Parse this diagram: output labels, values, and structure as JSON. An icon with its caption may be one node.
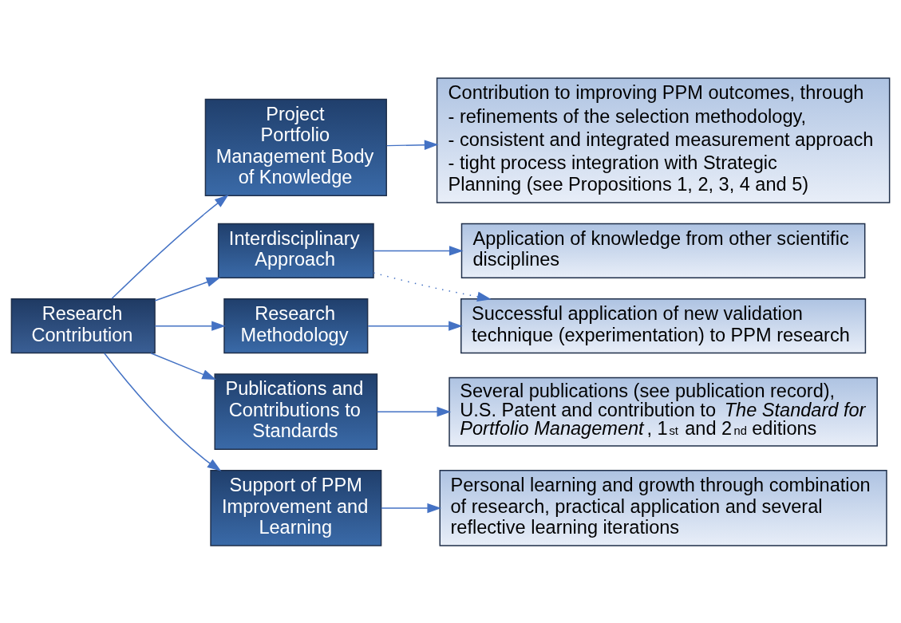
{
  "diagram": {
    "nodes": [
      {
        "text": [
          "Research Contribution"
        ]
      },
      {
        "text": [
          "Project Portfolio Management Body of Knowledge"
        ]
      },
      {
        "text": [
          "Interdisciplinary Approach"
        ]
      },
      {
        "text": [
          "Research Methodology"
        ]
      },
      {
        "text": [
          "Publications and Contributions to Standards"
        ]
      },
      {
        "text": [
          "Support of PPM Improvement and Learning"
        ]
      },
      {
        "text": [
          "Contribution to improving PPM outcomes, through",
          "- refinements of the selection methodology,",
          "- consistent and integrated measurement approach",
          "- tight process integration with Strategic Planning (see Propositions 1, 2, 3, 4 and 5)"
        ]
      },
      {
        "text": [
          "Application of knowledge from other scientific disciplines"
        ]
      },
      {
        "text": [
          "Successful application of new validation technique (experimentation) to PPM research"
        ]
      },
      {
        "text": [
          "Several publications (see publication record), U.S. Patent and contribution to *The Standard for Portfolio Management*, 1$^{st}$ and 2$^{nd}$ editions"
        ]
      },
      {
        "text": [
          "Personal learning and growth through combination of research, practical application and several reflective learning iterations"
        ]
      }
    ],
    "edges": [
      {
        "from": 0,
        "to": 1,
        "arrow": "to"
      },
      {
        "from": 0,
        "to": 2,
        "arrow": "to"
      },
      {
        "from": 0,
        "to": 3,
        "arrow": "to"
      },
      {
        "from": 0,
        "to": 4,
        "arrow": "to"
      },
      {
        "from": 0,
        "to": 5,
        "arrow": "to"
      },
      {
        "from": 1,
        "to": 6,
        "arrow": "to"
      },
      {
        "from": 2,
        "to": 7,
        "arrow": "to"
      },
      {
        "from": 3,
        "to": 8,
        "arrow": "to"
      },
      {
        "from": 4,
        "to": 9,
        "arrow": "to"
      },
      {
        "from": 5,
        "to": 10,
        "arrow": "to"
      },
      {
        "from": 2,
        "to": 8,
        "arrow": "to",
        "style": "dashed"
      }
    ]
  }
}
